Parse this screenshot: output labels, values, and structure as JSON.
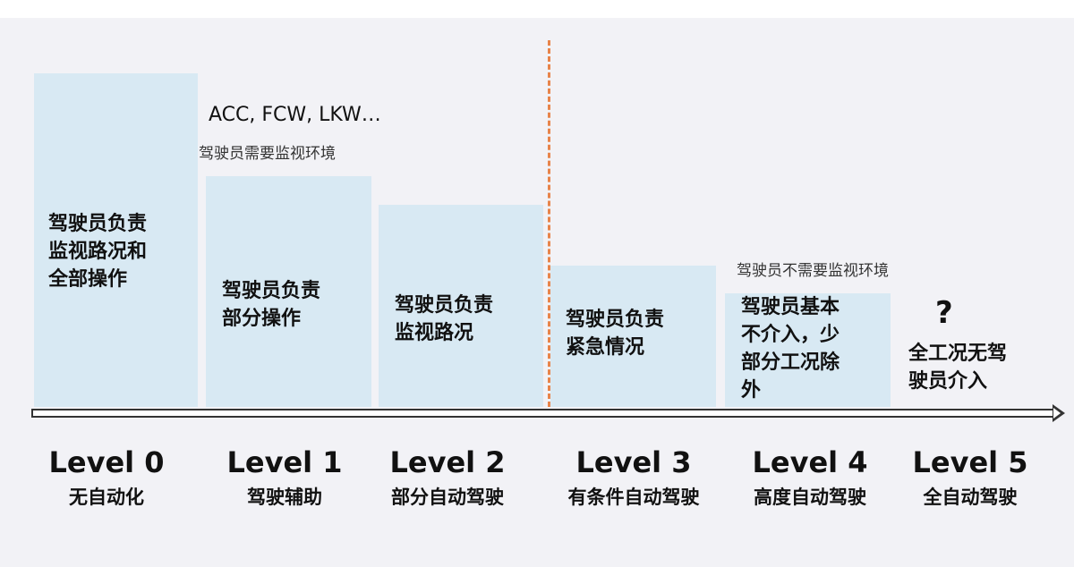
{
  "annotations": {
    "l1_examples": "ACC, FCW, LKW…",
    "monitor_needed": "驾驶员需要监视环境",
    "monitor_not_needed": "驾驶员不需要监视环境",
    "unknown_mark": "?"
  },
  "levels": [
    {
      "name": "Level 0",
      "sub": "无自动化",
      "desc": [
        "驾驶员负责",
        "监视路况和",
        "全部操作"
      ]
    },
    {
      "name": "Level 1",
      "sub": "驾驶辅助",
      "desc": [
        "驾驶员负责",
        "部分操作"
      ]
    },
    {
      "name": "Level 2",
      "sub": "部分自动驾驶",
      "desc": [
        "驾驶员负责",
        "监视路况"
      ]
    },
    {
      "name": "Level 3",
      "sub": "有条件自动驾驶",
      "desc": [
        "驾驶员负责",
        "紧急情况"
      ]
    },
    {
      "name": "Level 4",
      "sub": "高度自动驾驶",
      "desc": [
        "驾驶员基本",
        "不介入，少",
        "部分工况除",
        "外"
      ]
    },
    {
      "name": "Level 5",
      "sub": "全自动驾驶",
      "desc": [
        "全工况无驾",
        "驶员介入"
      ]
    }
  ],
  "colors": {
    "bar": "#d8e9f3",
    "divider": "#e8844a",
    "background": "#f2f2f6"
  }
}
